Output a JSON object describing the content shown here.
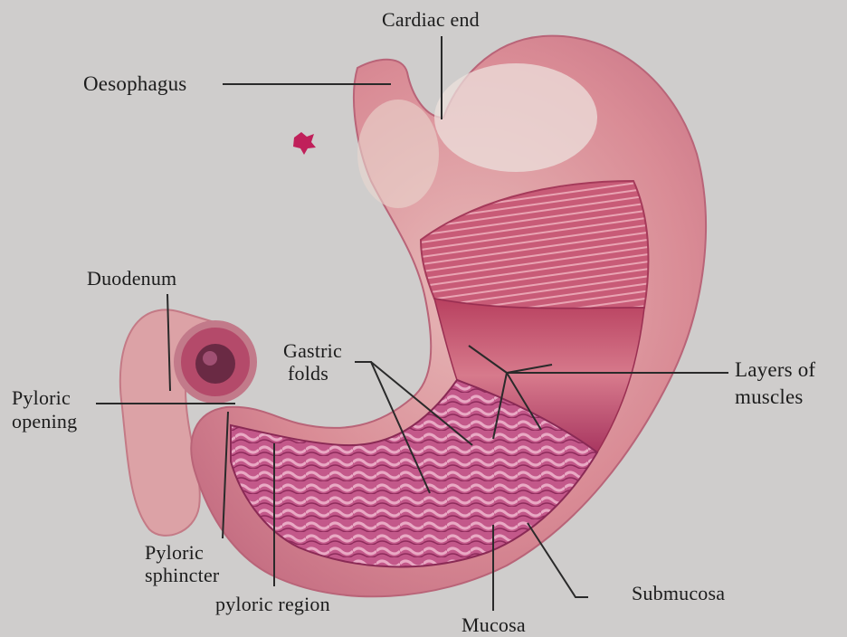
{
  "labels": {
    "cardiac_end": "Cardiac end",
    "oesophagus": "Oesophagus",
    "duodenum": "Duodenum",
    "gastric_folds_line1": "Gastric",
    "gastric_folds_line2": "folds",
    "layers_of_muscles_line1": "Layers of",
    "layers_of_muscles_line2": "muscles",
    "pyloric_opening_line1": "Pyloric",
    "pyloric_opening_line2": "opening",
    "pyloric_sphincter_line1": "Pyloric",
    "pyloric_sphincter_line2": "sphincter",
    "pyloric_region": "pyloric region",
    "submucosa": "Submucosa",
    "mucosa": "Mucosa"
  },
  "colors": {
    "background": "#cfcdcc",
    "stomach_outer": "#d98b95",
    "stomach_light": "#e9c2bf",
    "muscle": "#c45070",
    "mucosa": "#b03a6a",
    "leader_line": "#2a2a2a"
  }
}
